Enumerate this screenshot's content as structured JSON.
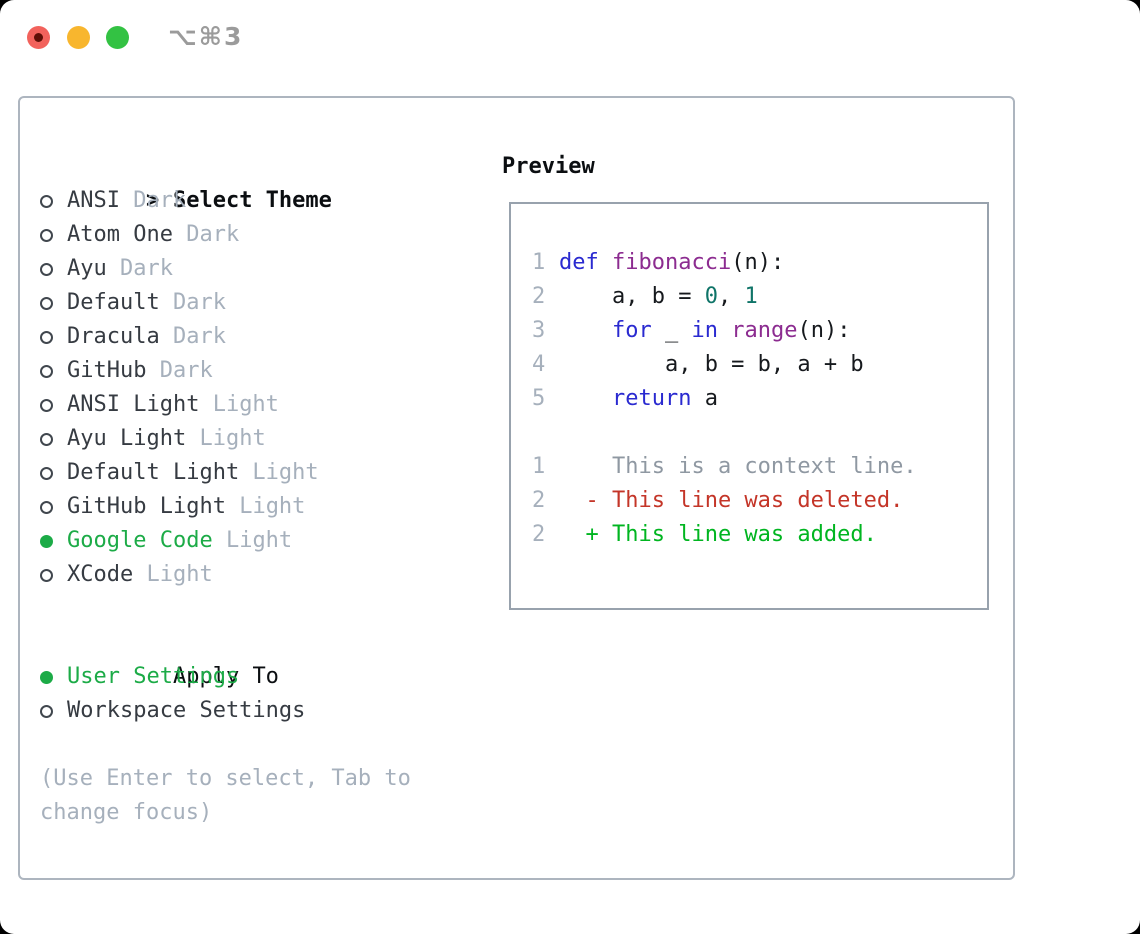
{
  "window": {
    "title": "⌥⌘3"
  },
  "theme_panel": {
    "header": {
      "prompt": ">",
      "label": "Select Theme"
    },
    "themes": [
      {
        "name": "ANSI",
        "variant": "Dark",
        "selected": false
      },
      {
        "name": "Atom One",
        "variant": "Dark",
        "selected": false
      },
      {
        "name": "Ayu",
        "variant": "Dark",
        "selected": false
      },
      {
        "name": "Default",
        "variant": "Dark",
        "selected": false
      },
      {
        "name": "Dracula",
        "variant": "Dark",
        "selected": false
      },
      {
        "name": "GitHub",
        "variant": "Dark",
        "selected": false
      },
      {
        "name": "ANSI Light",
        "variant": "Light",
        "selected": false
      },
      {
        "name": "Ayu Light",
        "variant": "Light",
        "selected": false
      },
      {
        "name": "Default Light",
        "variant": "Light",
        "selected": false
      },
      {
        "name": "GitHub Light",
        "variant": "Light",
        "selected": false
      },
      {
        "name": "Google Code",
        "variant": "Light",
        "selected": true
      },
      {
        "name": "XCode",
        "variant": "Light",
        "selected": false
      }
    ],
    "apply_to": {
      "label": "Apply To",
      "options": [
        {
          "name": "User Settings",
          "selected": true
        },
        {
          "name": "Workspace Settings",
          "selected": false
        }
      ]
    },
    "help_lines": [
      "(Use Enter to select, Tab to",
      "change focus)"
    ]
  },
  "preview": {
    "label": "Preview",
    "code_lines": [
      {
        "num": "1",
        "tokens": [
          {
            "t": "def",
            "c": "kw"
          },
          {
            "t": " ",
            "c": "pl"
          },
          {
            "t": "fibonacci",
            "c": "fn"
          },
          {
            "t": "(n):",
            "c": "pl"
          }
        ]
      },
      {
        "num": "2",
        "tokens": [
          {
            "t": "    a, b = ",
            "c": "pl"
          },
          {
            "t": "0",
            "c": "lit"
          },
          {
            "t": ", ",
            "c": "pl"
          },
          {
            "t": "1",
            "c": "lit"
          }
        ]
      },
      {
        "num": "3",
        "tokens": [
          {
            "t": "    ",
            "c": "pl"
          },
          {
            "t": "for",
            "c": "kw"
          },
          {
            "t": " _ ",
            "c": "pl"
          },
          {
            "t": "in",
            "c": "kw"
          },
          {
            "t": " ",
            "c": "pl"
          },
          {
            "t": "range",
            "c": "fn"
          },
          {
            "t": "(n):",
            "c": "pl"
          }
        ]
      },
      {
        "num": "4",
        "tokens": [
          {
            "t": "        a, b = b, a + b",
            "c": "pl"
          }
        ]
      },
      {
        "num": "5",
        "tokens": [
          {
            "t": "    ",
            "c": "pl"
          },
          {
            "t": "return",
            "c": "kw"
          },
          {
            "t": " a",
            "c": "pl"
          }
        ]
      }
    ],
    "diff_lines": [
      {
        "num": "1",
        "kind": "context",
        "text": "    This is a context line."
      },
      {
        "num": "2",
        "kind": "deleted",
        "text": "  - This line was deleted."
      },
      {
        "num": "2",
        "kind": "added",
        "text": "  + This line was added."
      }
    ]
  },
  "colors": {
    "accent_green": "#1cab47",
    "added_green": "#00b520",
    "deleted_red": "#c43528",
    "keyword_blue": "#2a2ad0",
    "function_purple": "#8c2c90",
    "literal_teal": "#0f7468",
    "text_dark": "#363b42",
    "text_black": "#0b0e11",
    "code_text": "#16191d",
    "muted_gray": "#a6b0bc",
    "context_gray": "#8f98a2",
    "line_number_gray": "#a6b0bc",
    "radio_stroke": "#41474e",
    "panel_border": "#adb5bf",
    "preview_border": "#98a2ad",
    "title_gray": "#9b9b9b",
    "traffic_red": "#f2625c",
    "traffic_red_dot": "#5f0f07",
    "traffic_yellow": "#f8b62e",
    "traffic_green": "#33c243"
  }
}
